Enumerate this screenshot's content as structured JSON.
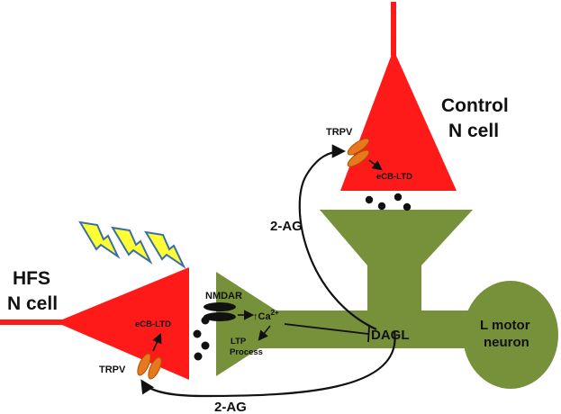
{
  "colors": {
    "neuron_red": "#ff1a1a",
    "motor_green": "#77913a",
    "channel_orange": "#e8781e",
    "bolt_yellow": "#ffff33",
    "bolt_outline": "#3a6ea8",
    "text": "#111111"
  },
  "labels": {
    "control_cell": [
      "Control",
      "N cell"
    ],
    "hfs_cell": [
      "HFS",
      "N cell"
    ],
    "motor_neuron": [
      "L motor",
      "neuron"
    ],
    "trpv_top": "TRPV",
    "trpv_bottom": "TRPV",
    "ecb_ltd_top": "eCB-LTD",
    "ecb_ltd_bottom": "eCB-LTD",
    "two_ag_top": "2-AG",
    "two_ag_bottom": "2-AG",
    "nmdar": "NMDAR",
    "calcium": "↑Ca",
    "calcium_sup": "2+",
    "ltp_process": [
      "LTP",
      "Process"
    ],
    "dagl": "DAGL"
  },
  "icons": [
    "lightning-bolt-icon",
    "trpv-channel-icon",
    "nmdar-receptor-icon",
    "vesicle-dot-icon"
  ]
}
